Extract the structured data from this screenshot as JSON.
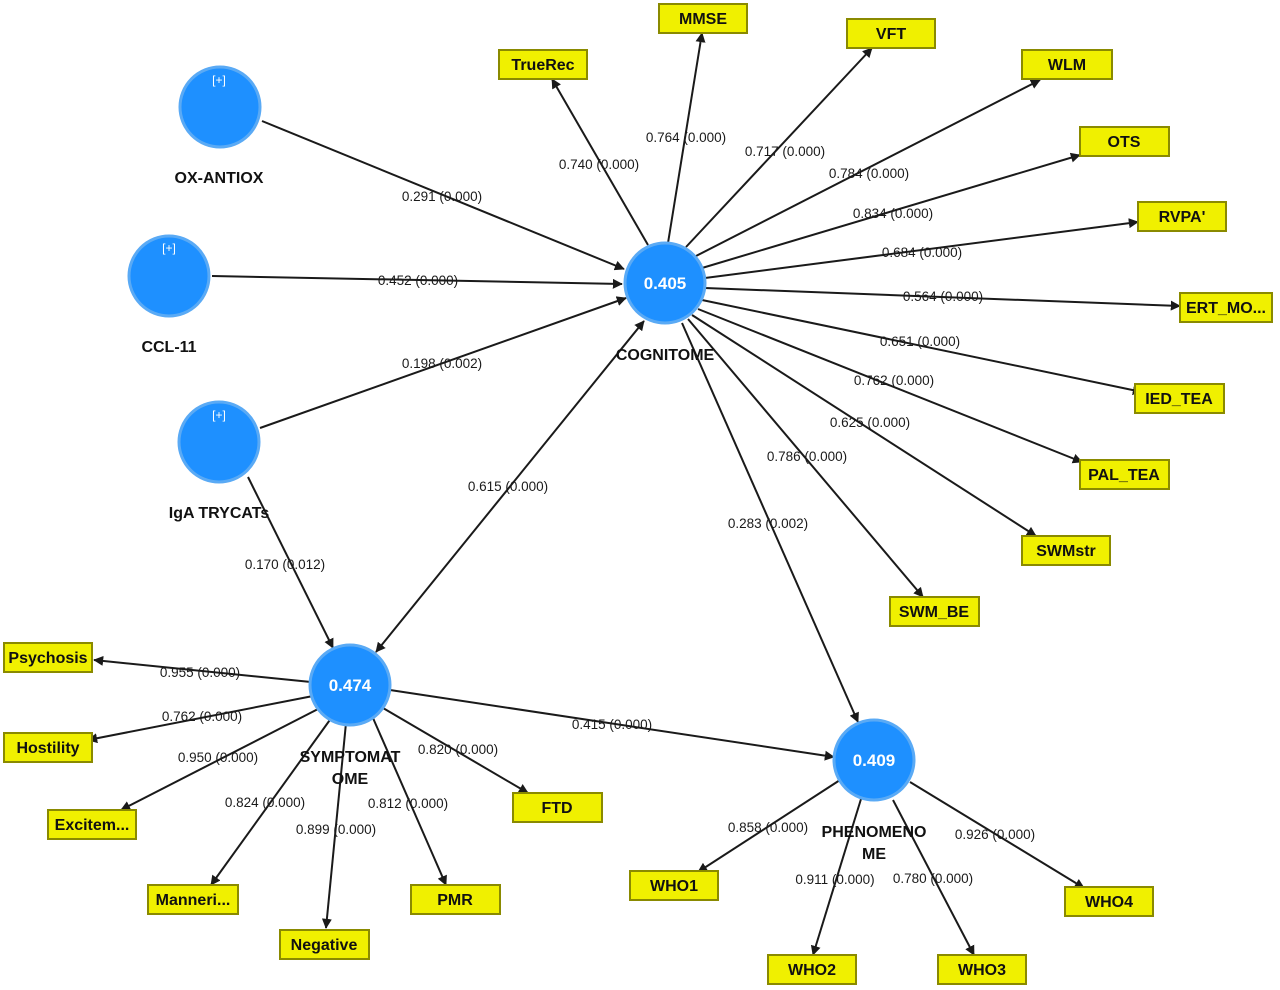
{
  "colors": {
    "node_fill": "#1e90ff",
    "indicator_fill": "#f0f000",
    "arrow": "#1a1a1a"
  },
  "latent": {
    "ox": {
      "name": "OX-ANTIOX",
      "marker": "[+]",
      "value": ""
    },
    "ccl": {
      "name": "CCL-11",
      "marker": "[+]",
      "value": ""
    },
    "iga": {
      "name": "IgA TRYCATs",
      "marker": "[+]",
      "value": ""
    },
    "cog": {
      "name": "COGNITOME",
      "marker": "",
      "value": "0.405"
    },
    "sym": {
      "name": "SYMPTOMAT\nOME",
      "marker": "",
      "value": "0.474"
    },
    "phe": {
      "name": "PHENOMENO\nME",
      "marker": "",
      "value": "0.409"
    }
  },
  "indicators": {
    "truerec": "TrueRec",
    "mmse": "MMSE",
    "vft": "VFT",
    "wlm": "WLM",
    "ots": "OTS",
    "rvpa": "RVPA'",
    "ert": "ERT_MO...",
    "ied": "IED_TEA",
    "pal": "PAL_TEA",
    "swmstr": "SWMstr",
    "swmbe": "SWM_BE",
    "psychosis": "Psychosis",
    "hostility": "Hostility",
    "excitem": "Excitem...",
    "manneri": "Manneri...",
    "negative": "Negative",
    "pmr": "PMR",
    "ftd": "FTD",
    "who1": "WHO1",
    "who2": "WHO2",
    "who3": "WHO3",
    "who4": "WHO4"
  },
  "paths": {
    "ox_cog": "0.291 (0.000)",
    "ccl_cog": "0.452 (0.000)",
    "iga_cog": "0.198 (0.002)",
    "iga_sym": "0.170 (0.012)",
    "cog_sym": "0.615 (0.000)",
    "cog_phe": "0.283 (0.002)",
    "sym_phe": "0.415 (0.000)"
  },
  "loadings": {
    "truerec": "0.740 (0.000)",
    "mmse": "0.764 (0.000)",
    "vft": "0.717 (0.000)",
    "wlm": "0.784 (0.000)",
    "ots": "0.834 (0.000)",
    "rvpa": "0.684 (0.000)",
    "ert": "0.564 (0.000)",
    "ied": "0.651 (0.000)",
    "pal": "0.762 (0.000)",
    "swmstr": "0.625 (0.000)",
    "swmbe": "0.786 (0.000)",
    "psychosis": "0.955 (0.000)",
    "hostility": "0.762 (0.000)",
    "excitem": "0.950 (0.000)",
    "manneri": "0.824 (0.000)",
    "negative": "0.899 (0.000)",
    "pmr": "0.812 (0.000)",
    "ftd": "0.820 (0.000)",
    "who1": "0.858 (0.000)",
    "who2": "0.911 (0.000)",
    "who3": "0.780 (0.000)",
    "who4": "0.926 (0.000)"
  }
}
